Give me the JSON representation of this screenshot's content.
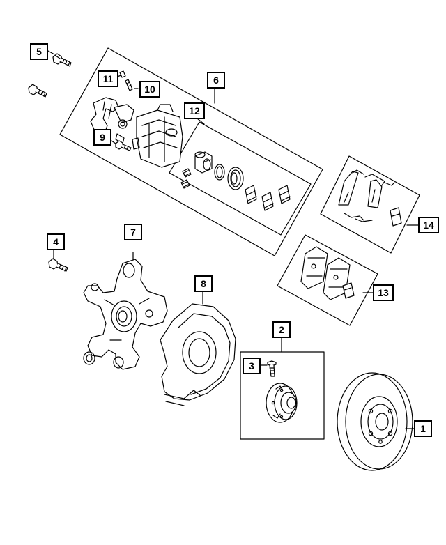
{
  "diagram": {
    "colors": {
      "line": "#000000",
      "background": "#ffffff"
    },
    "callouts": {
      "c1": "1",
      "c2": "2",
      "c3": "3",
      "c4": "4",
      "c5": "5",
      "c6": "6",
      "c7": "7",
      "c8": "8",
      "c9": "9",
      "c10": "10",
      "c11": "11",
      "c12": "12",
      "c13": "13",
      "c14": "14"
    }
  }
}
